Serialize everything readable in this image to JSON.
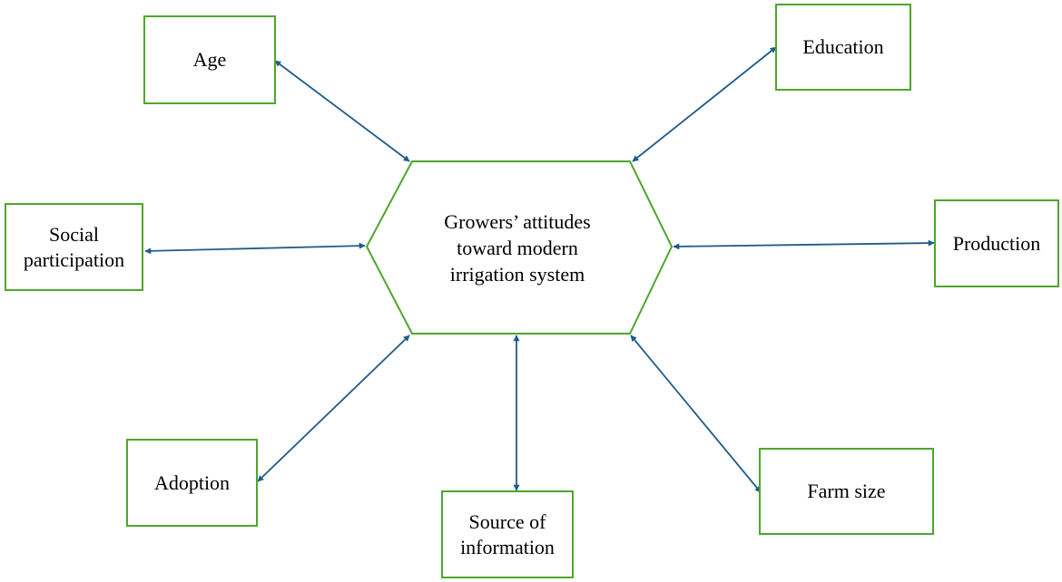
{
  "center": {
    "lines": [
      "Growers’ attitudes",
      "toward modern",
      "irrigation system"
    ]
  },
  "factors": {
    "age": [
      "Age"
    ],
    "education": [
      "Education"
    ],
    "social_participation": [
      "Social",
      "participation"
    ],
    "production": [
      "Production"
    ],
    "adoption": [
      "Adoption"
    ],
    "source_of_information": [
      "Source of",
      "information"
    ],
    "farm_size": [
      "Farm size"
    ]
  },
  "colors": {
    "box_border": "#4ea62c",
    "hexagon_border": "#4ea62c",
    "arrow": "#1f5c8b"
  }
}
